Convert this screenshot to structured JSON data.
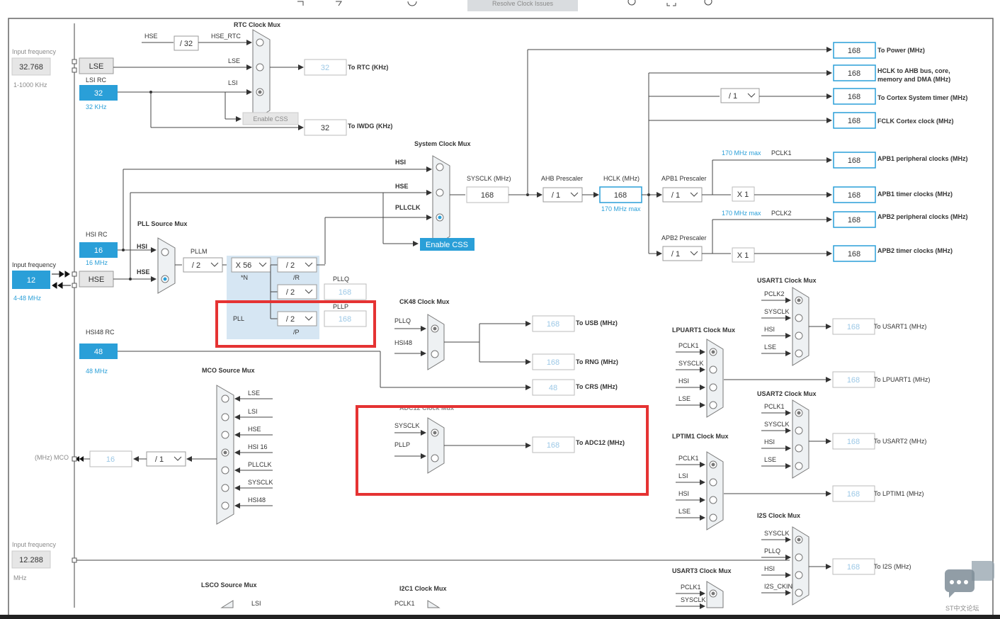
{
  "toolbar": {
    "resolve_label": "Resolve Clock Issues"
  },
  "left": {
    "input_freq_label": "Input frequency",
    "lse_value": "32.768",
    "lse_range": "1-1000 KHz",
    "lse_label": "LSE",
    "lsi_rc_label": "LSI RC",
    "lsi_value": "32",
    "lsi_khz": "32 KHz",
    "hsi_rc_label": "HSI RC",
    "hsi_value": "16",
    "hsi_mhz": "16 MHz",
    "hse_input_value": "12",
    "hse_range": "4-48 MHz",
    "hse_label": "HSE",
    "hsi48_rc_label": "HSI48 RC",
    "hsi48_value": "48",
    "hsi48_mhz": "48 MHz",
    "i2s_input_value": "12.288",
    "mhz_unit": "MHz",
    "mco_label": "(MHz) MCO",
    "mco_value": "16",
    "mco_div": "/ 1"
  },
  "rtc": {
    "title": "RTC Clock Mux",
    "hse": "HSE",
    "div32": "/ 32",
    "hse_rtc": "HSE_RTC",
    "lse": "LSE",
    "lsi": "LSI",
    "enable_css": "Enable CSS",
    "rtc_value": "32",
    "rtc_dest": "To RTC (KHz)",
    "iwdg_value": "32",
    "iwdg_dest": "To IWDG (KHz)"
  },
  "sysclk": {
    "title": "System Clock Mux",
    "hsi": "HSI",
    "hse": "HSE",
    "pllclk": "PLLCLK",
    "enable_css": "Enable CSS",
    "sysclk_label": "SYSCLK (MHz)",
    "sysclk_value": "168",
    "ahb_label": "AHB Prescaler",
    "ahb_value": "/ 1",
    "hclk_label": "HCLK (MHz)",
    "hclk_value": "168",
    "hclk_max": "170 MHz max",
    "apb1_label": "APB1 Prescaler",
    "apb1_value": "/ 1",
    "apb2_label": "APB2 Prescaler",
    "apb2_value": "/ 1",
    "apb1_max": "170 MHz max",
    "apb2_max": "170 MHz max",
    "pclk1": "PCLK1",
    "pclk2": "PCLK2",
    "x1a": "X 1",
    "x1b": "X 1",
    "cortex_div": "/ 1"
  },
  "outputs": [
    {
      "value": "168",
      "label": "To Power (MHz)"
    },
    {
      "value": "168",
      "label": "HCLK to AHB bus, core,"
    },
    {
      "value": "168",
      "label": "To Cortex System timer (MHz)"
    },
    {
      "value": "168",
      "label": "FCLK Cortex clock (MHz)"
    },
    {
      "value": "168",
      "label": "APB1 peripheral clocks (MHz)"
    },
    {
      "value": "168",
      "label": "APB1 timer clocks (MHz)"
    },
    {
      "value": "168",
      "label": "APB2 peripheral clocks (MHz)"
    },
    {
      "value": "168",
      "label": "APB2 timer clocks (MHz)"
    }
  ],
  "hclk_label_line2": "memory and DMA (MHz)",
  "pll": {
    "source_title": "PLL Source Mux",
    "hsi": "HSI",
    "hse": "HSE",
    "pllm_label": "PLLM",
    "pllm_value": "/ 2",
    "n_value": "X 56",
    "n_label": "*N",
    "r_value": "/ 2",
    "r_label": "/R",
    "q_value": "/ 2",
    "p_value": "/ 2",
    "p_label": "/P",
    "pll_label": "PLL",
    "pllq_label": "PLLQ",
    "pllq_value": "168",
    "pllp_label": "PLLP",
    "pllp_value": "168"
  },
  "ck48": {
    "title": "CK48 Clock Mux",
    "pllq": "PLLQ",
    "hsi48": "HSI48",
    "usb_value": "168",
    "usb_dest": "To USB (MHz)",
    "rng_value": "168",
    "rng_dest": "To RNG (MHz)",
    "crs_value": "48",
    "crs_dest": "To CRS (MHz)"
  },
  "adc": {
    "title": "ADC12 Clock Mux",
    "sysclk": "SYSCLK",
    "pllp": "PLLP",
    "value": "168",
    "dest": "To ADC12 (MHz)"
  },
  "mco": {
    "title": "MCO Source Mux",
    "inputs": [
      "LSE",
      "LSI",
      "HSE",
      "HSI 16",
      "PLLCLK",
      "SYSCLK",
      "HSI48"
    ]
  },
  "usart1": {
    "title": "USART1 Clock Mux",
    "inputs": [
      "PCLK2",
      "SYSCLK",
      "HSI",
      "LSE"
    ],
    "value": "168",
    "dest": "To USART1 (MHz)"
  },
  "lpuart1": {
    "title": "LPUART1 Clock Mux",
    "inputs": [
      "PCLK1",
      "SYSCLK",
      "HSI",
      "LSE"
    ],
    "value": "168",
    "dest": "To LPUART1 (MHz)"
  },
  "usart2": {
    "title": "USART2 Clock Mux",
    "inputs": [
      "PCLK1",
      "SYSCLK",
      "HSI",
      "LSE"
    ],
    "value": "168",
    "dest": "To USART2 (MHz)"
  },
  "lptim1": {
    "title": "LPTIM1 Clock Mux",
    "inputs": [
      "PCLK1",
      "LSI",
      "HSI",
      "LSE"
    ],
    "value": "168",
    "dest": "To LPTIM1 (MHz)"
  },
  "i2s": {
    "title": "I2S Clock Mux",
    "inputs": [
      "SYSCLK",
      "PLLQ",
      "HSI",
      "I2S_CKIN"
    ],
    "value": "168",
    "dest": "To I2S (MHz)"
  },
  "usart3": {
    "title": "USART3 Clock Mux",
    "inputs": [
      "PCLK1",
      "SYSCLK"
    ]
  },
  "lsco": {
    "title": "LSCO Source Mux",
    "inputs": [
      "LSI"
    ]
  },
  "i2c1": {
    "title": "I2C1 Clock Mux",
    "inputs": [
      "PCLK1"
    ]
  },
  "watermark": {
    "text": "ST中文论坛"
  },
  "colors": {
    "accent": "#2a9fd8",
    "highlight": "#e53333",
    "pll_bg": "#d6e6f3"
  }
}
